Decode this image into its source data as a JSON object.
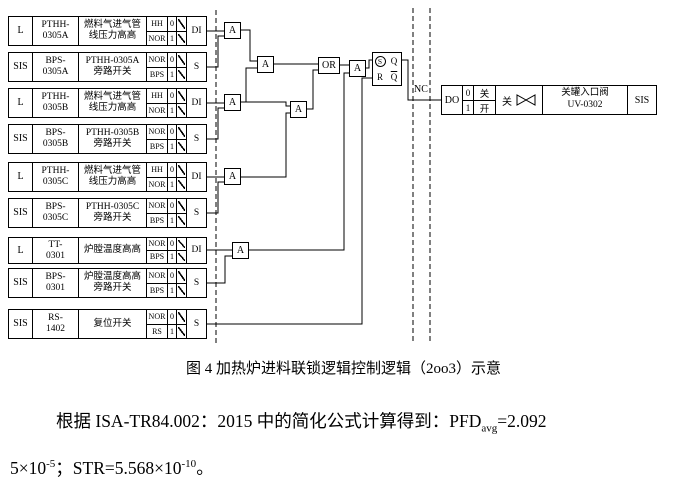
{
  "inputs": [
    {
      "src": "L",
      "tag1": "PTHH-",
      "tag2": "0305A",
      "desc1": "燃料气进气管",
      "desc2": "线压力高高",
      "s1": "HH",
      "v1": "0",
      "s2": "NOR",
      "v2": "1",
      "io": "DI"
    },
    {
      "src": "SIS",
      "tag1": "BPS-",
      "tag2": "0305A",
      "desc1": "PTHH-0305A",
      "desc2": "旁路开关",
      "s1": "NOR",
      "v1": "0",
      "s2": "BPS",
      "v2": "1",
      "io": "S"
    },
    {
      "src": "L",
      "tag1": "PTHH-",
      "tag2": "0305B",
      "desc1": "燃料气进气管",
      "desc2": "线压力高高",
      "s1": "HH",
      "v1": "0",
      "s2": "NOR",
      "v2": "1",
      "io": "DI"
    },
    {
      "src": "SIS",
      "tag1": "BPS-",
      "tag2": "0305B",
      "desc1": "PTHH-0305B",
      "desc2": "旁路开关",
      "s1": "NOR",
      "v1": "0",
      "s2": "BPS",
      "v2": "1",
      "io": "S"
    },
    {
      "src": "L",
      "tag1": "PTHH-",
      "tag2": "0305C",
      "desc1": "燃料气进气管",
      "desc2": "线压力高高",
      "s1": "HH",
      "v1": "0",
      "s2": "NOR",
      "v2": "1",
      "io": "DI"
    },
    {
      "src": "SIS",
      "tag1": "BPS-",
      "tag2": "0305C",
      "desc1": "PTHH-0305C",
      "desc2": "旁路开关",
      "s1": "NOR",
      "v1": "0",
      "s2": "BPS",
      "v2": "1",
      "io": "S"
    },
    {
      "src": "L",
      "tag1": "TT-",
      "tag2": "0301",
      "desc1": "炉膛温度高高",
      "desc2": "",
      "s1": "NOR",
      "v1": "0",
      "s2": "BPS",
      "v2": "1",
      "io": "DI"
    },
    {
      "src": "SIS",
      "tag1": "BPS-",
      "tag2": "0301",
      "desc1": "炉膛温度高高",
      "desc2": "旁路开关",
      "s1": "NOR",
      "v1": "0",
      "s2": "BPS",
      "v2": "1",
      "io": "S"
    },
    {
      "src": "SIS",
      "tag1": "RS-",
      "tag2": "1402",
      "desc1": "复位开关",
      "desc2": "",
      "s1": "NOR",
      "v1": "0",
      "s2": "RS",
      "v2": "1",
      "io": "S"
    }
  ],
  "gates": {
    "and": "A",
    "or": "OR",
    "latch_s": "S",
    "latch_q": "Q",
    "latch_r": "R",
    "latch_qbar": "Q"
  },
  "output": {
    "nc": "NC",
    "do_label": "DO",
    "state0_v": "0",
    "state0_a": "关",
    "state1_v": "1",
    "state1_a": "开",
    "action": "关",
    "valve_name": "关罐入口阀",
    "valve_tag": "UV-0302",
    "sys": "SIS"
  },
  "text": {
    "caption": "图 4 加热炉进料联锁逻辑控制逻辑（2oo3）示意",
    "p1a": "根据 ISA-TR84.002：2015 中的简化公式计算得到：PFD",
    "p1sub": "avg",
    "p1b": "=2.092",
    "p2a": "5×10",
    "p2sup1": "-5",
    "p2b": "；STR=5.568×10",
    "p2sup2": "-10",
    "p2c": "。"
  }
}
